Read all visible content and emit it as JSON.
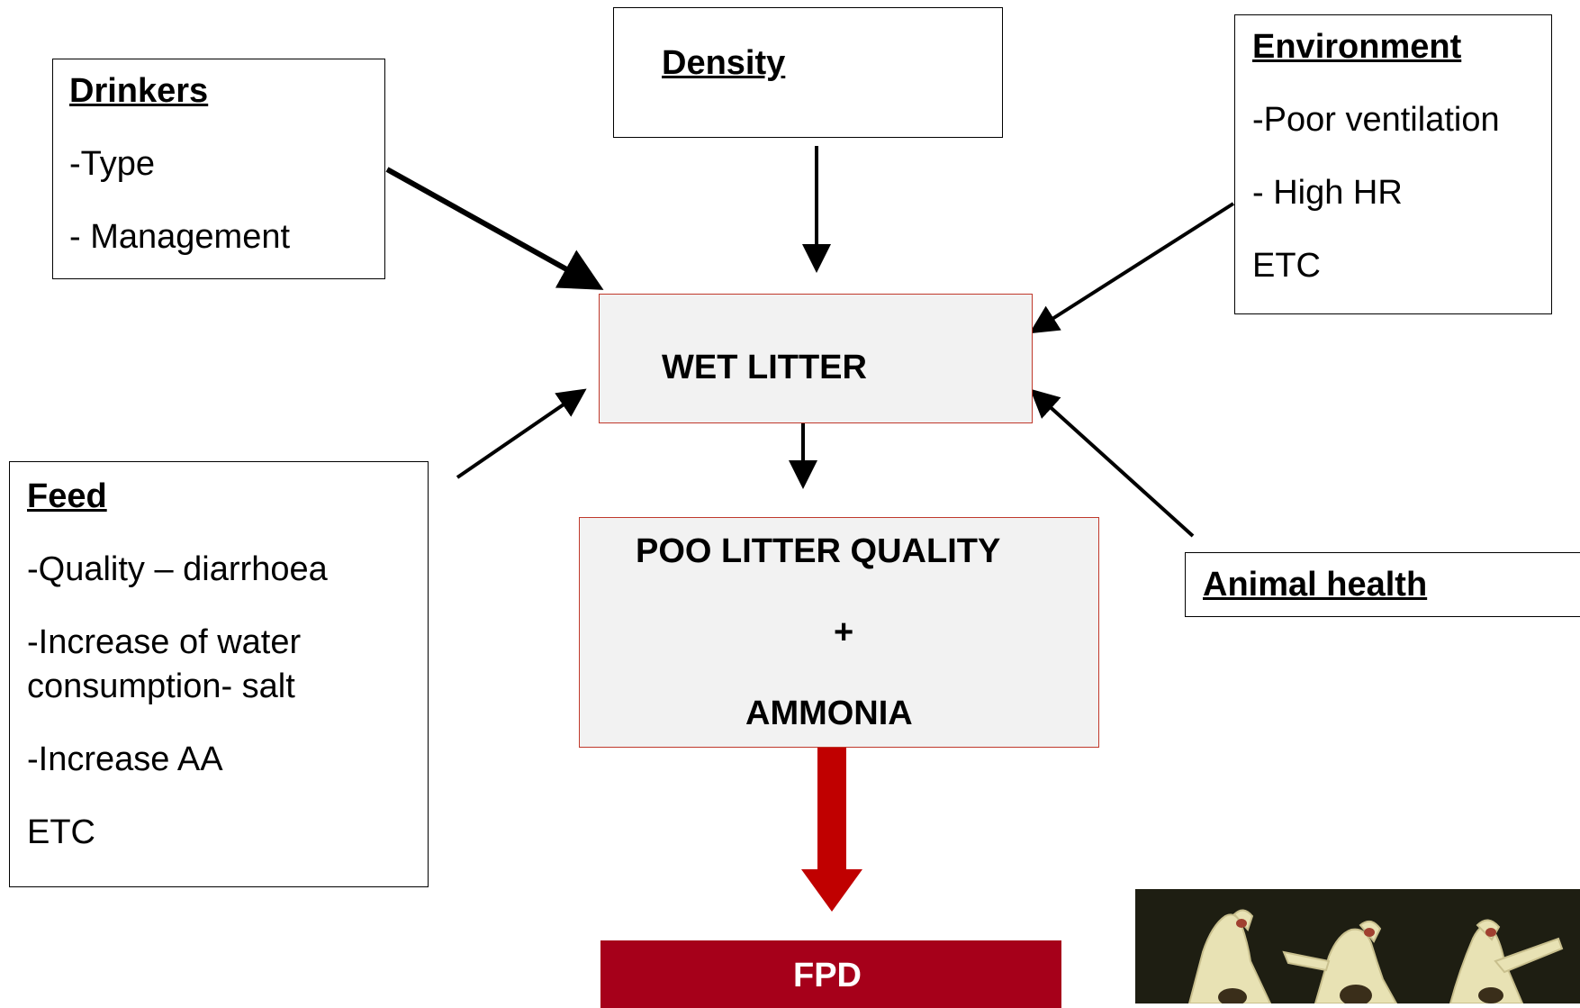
{
  "drinkers": {
    "title": "Drinkers",
    "items": [
      "-Type",
      "- Management"
    ]
  },
  "density": {
    "title": "Density"
  },
  "environment": {
    "title": "Environment",
    "items": [
      "-Poor ventilation",
      "- High HR",
      "ETC"
    ]
  },
  "feed": {
    "title": "Feed",
    "items": [
      "-Quality – diarrhoea",
      "-Increase of water",
      "consumption- salt",
      "-Increase AA",
      "ETC"
    ]
  },
  "animal_health": {
    "title": "Animal health"
  },
  "wet_litter": {
    "label": "WET LITTER"
  },
  "poor_litter": {
    "line1": "POO LITTER QUALITY",
    "line2": "+",
    "line3": "AMMONIA"
  },
  "fpd": {
    "label": "FPD"
  },
  "colors": {
    "accent_red": "#a6001a",
    "arrow_red": "#c00000",
    "box_border_red": "#c0392b",
    "box_fill": "#f2f2f2"
  }
}
